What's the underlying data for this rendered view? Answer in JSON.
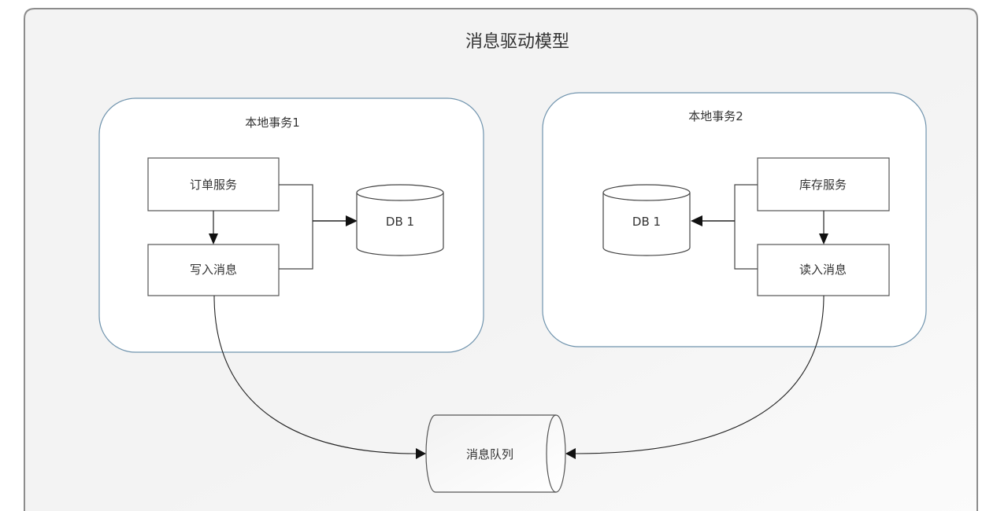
{
  "diagram": {
    "title": "消息驱动模型",
    "colors": {
      "panel_fill": "#f3f3f3",
      "panel_border": "#8c8c8c",
      "group_border": "#6f93ad",
      "group_fill": "#ffffff",
      "line": "#222222",
      "text": "#333333"
    },
    "groups": [
      {
        "label": "本地事务1",
        "boxes": [
          {
            "label": "订单服务"
          },
          {
            "label": "写入消息"
          }
        ],
        "database": {
          "label": "DB 1"
        }
      },
      {
        "label": "本地事务2",
        "boxes": [
          {
            "label": "库存服务"
          },
          {
            "label": "读入消息"
          }
        ],
        "database": {
          "label": "DB 1"
        }
      }
    ],
    "queue": {
      "label": "消息队列"
    },
    "edges": [
      {
        "from": "订单服务",
        "to": "写入消息"
      },
      {
        "from": "订单服务 + 写入消息",
        "to": "DB 1 (本地事务1)"
      },
      {
        "from": "写入消息",
        "to": "消息队列"
      },
      {
        "from": "库存服务",
        "to": "读入消息"
      },
      {
        "from": "库存服务 + 读入消息",
        "to": "DB 1 (本地事务2)"
      },
      {
        "from": "读入消息",
        "to": "消息队列"
      }
    ]
  }
}
